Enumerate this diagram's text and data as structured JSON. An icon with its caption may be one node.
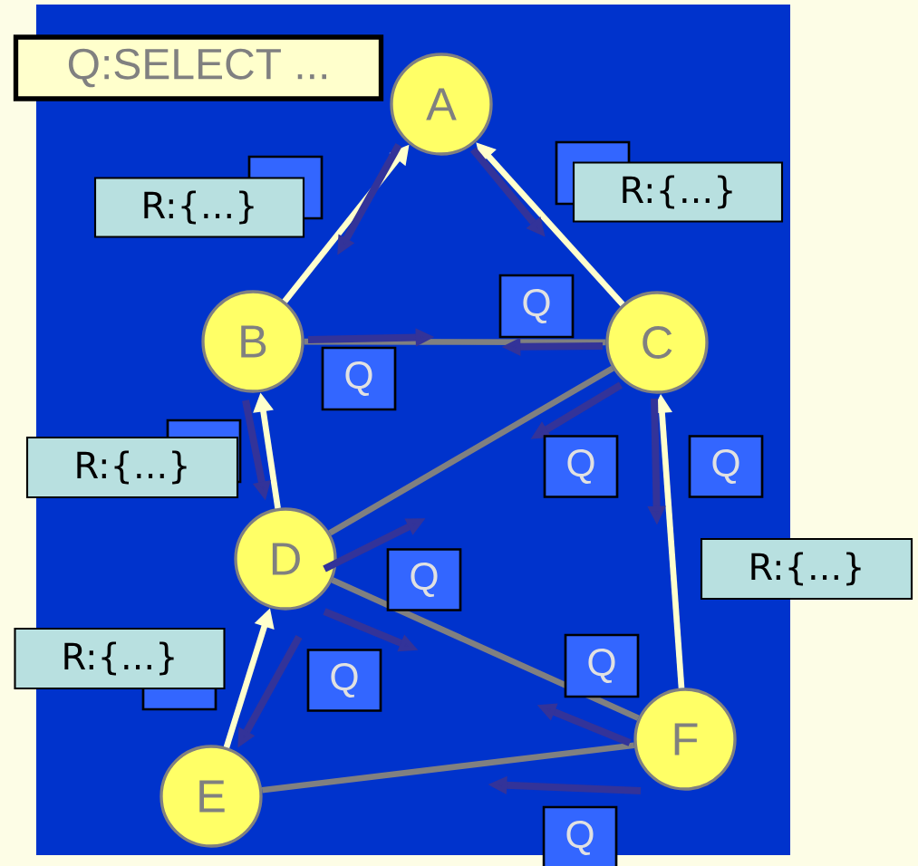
{
  "diagram": {
    "nodes": [
      {
        "text": [
          "A"
        ]
      },
      {
        "text": [
          "B"
        ]
      },
      {
        "text": [
          "C"
        ]
      },
      {
        "text": [
          "D"
        ]
      },
      {
        "text": [
          "E"
        ]
      },
      {
        "text": [
          "F"
        ]
      }
    ],
    "edges": [
      {
        "from": 1,
        "to": 0,
        "arrow": "to",
        "color": "#ffffcc"
      },
      {
        "from": 2,
        "to": 0,
        "arrow": "to",
        "color": "#ffffcc"
      },
      {
        "from": 1,
        "to": 2,
        "arrow": "none",
        "color": "#808080"
      },
      {
        "from": 3,
        "to": 1,
        "arrow": "to",
        "color": "#ffffcc"
      },
      {
        "from": 3,
        "to": 2,
        "arrow": "none",
        "color": "#808080"
      },
      {
        "from": 4,
        "to": 3,
        "arrow": "to",
        "color": "#ffffcc"
      },
      {
        "from": 3,
        "to": 5,
        "arrow": "none",
        "color": "#808080"
      },
      {
        "from": 4,
        "to": 5,
        "arrow": "none",
        "color": "#808080"
      },
      {
        "from": 5,
        "to": 2,
        "arrow": "to",
        "color": "#ffffcc"
      }
    ],
    "labels": [
      "Q:SELECT ...",
      "R:{...}",
      "R:{...}",
      "Q",
      "Q",
      "R:{...}",
      "Q",
      "Q",
      "Q",
      "R:{...}",
      "R:{...}",
      "Q",
      "Q",
      "Q"
    ]
  }
}
